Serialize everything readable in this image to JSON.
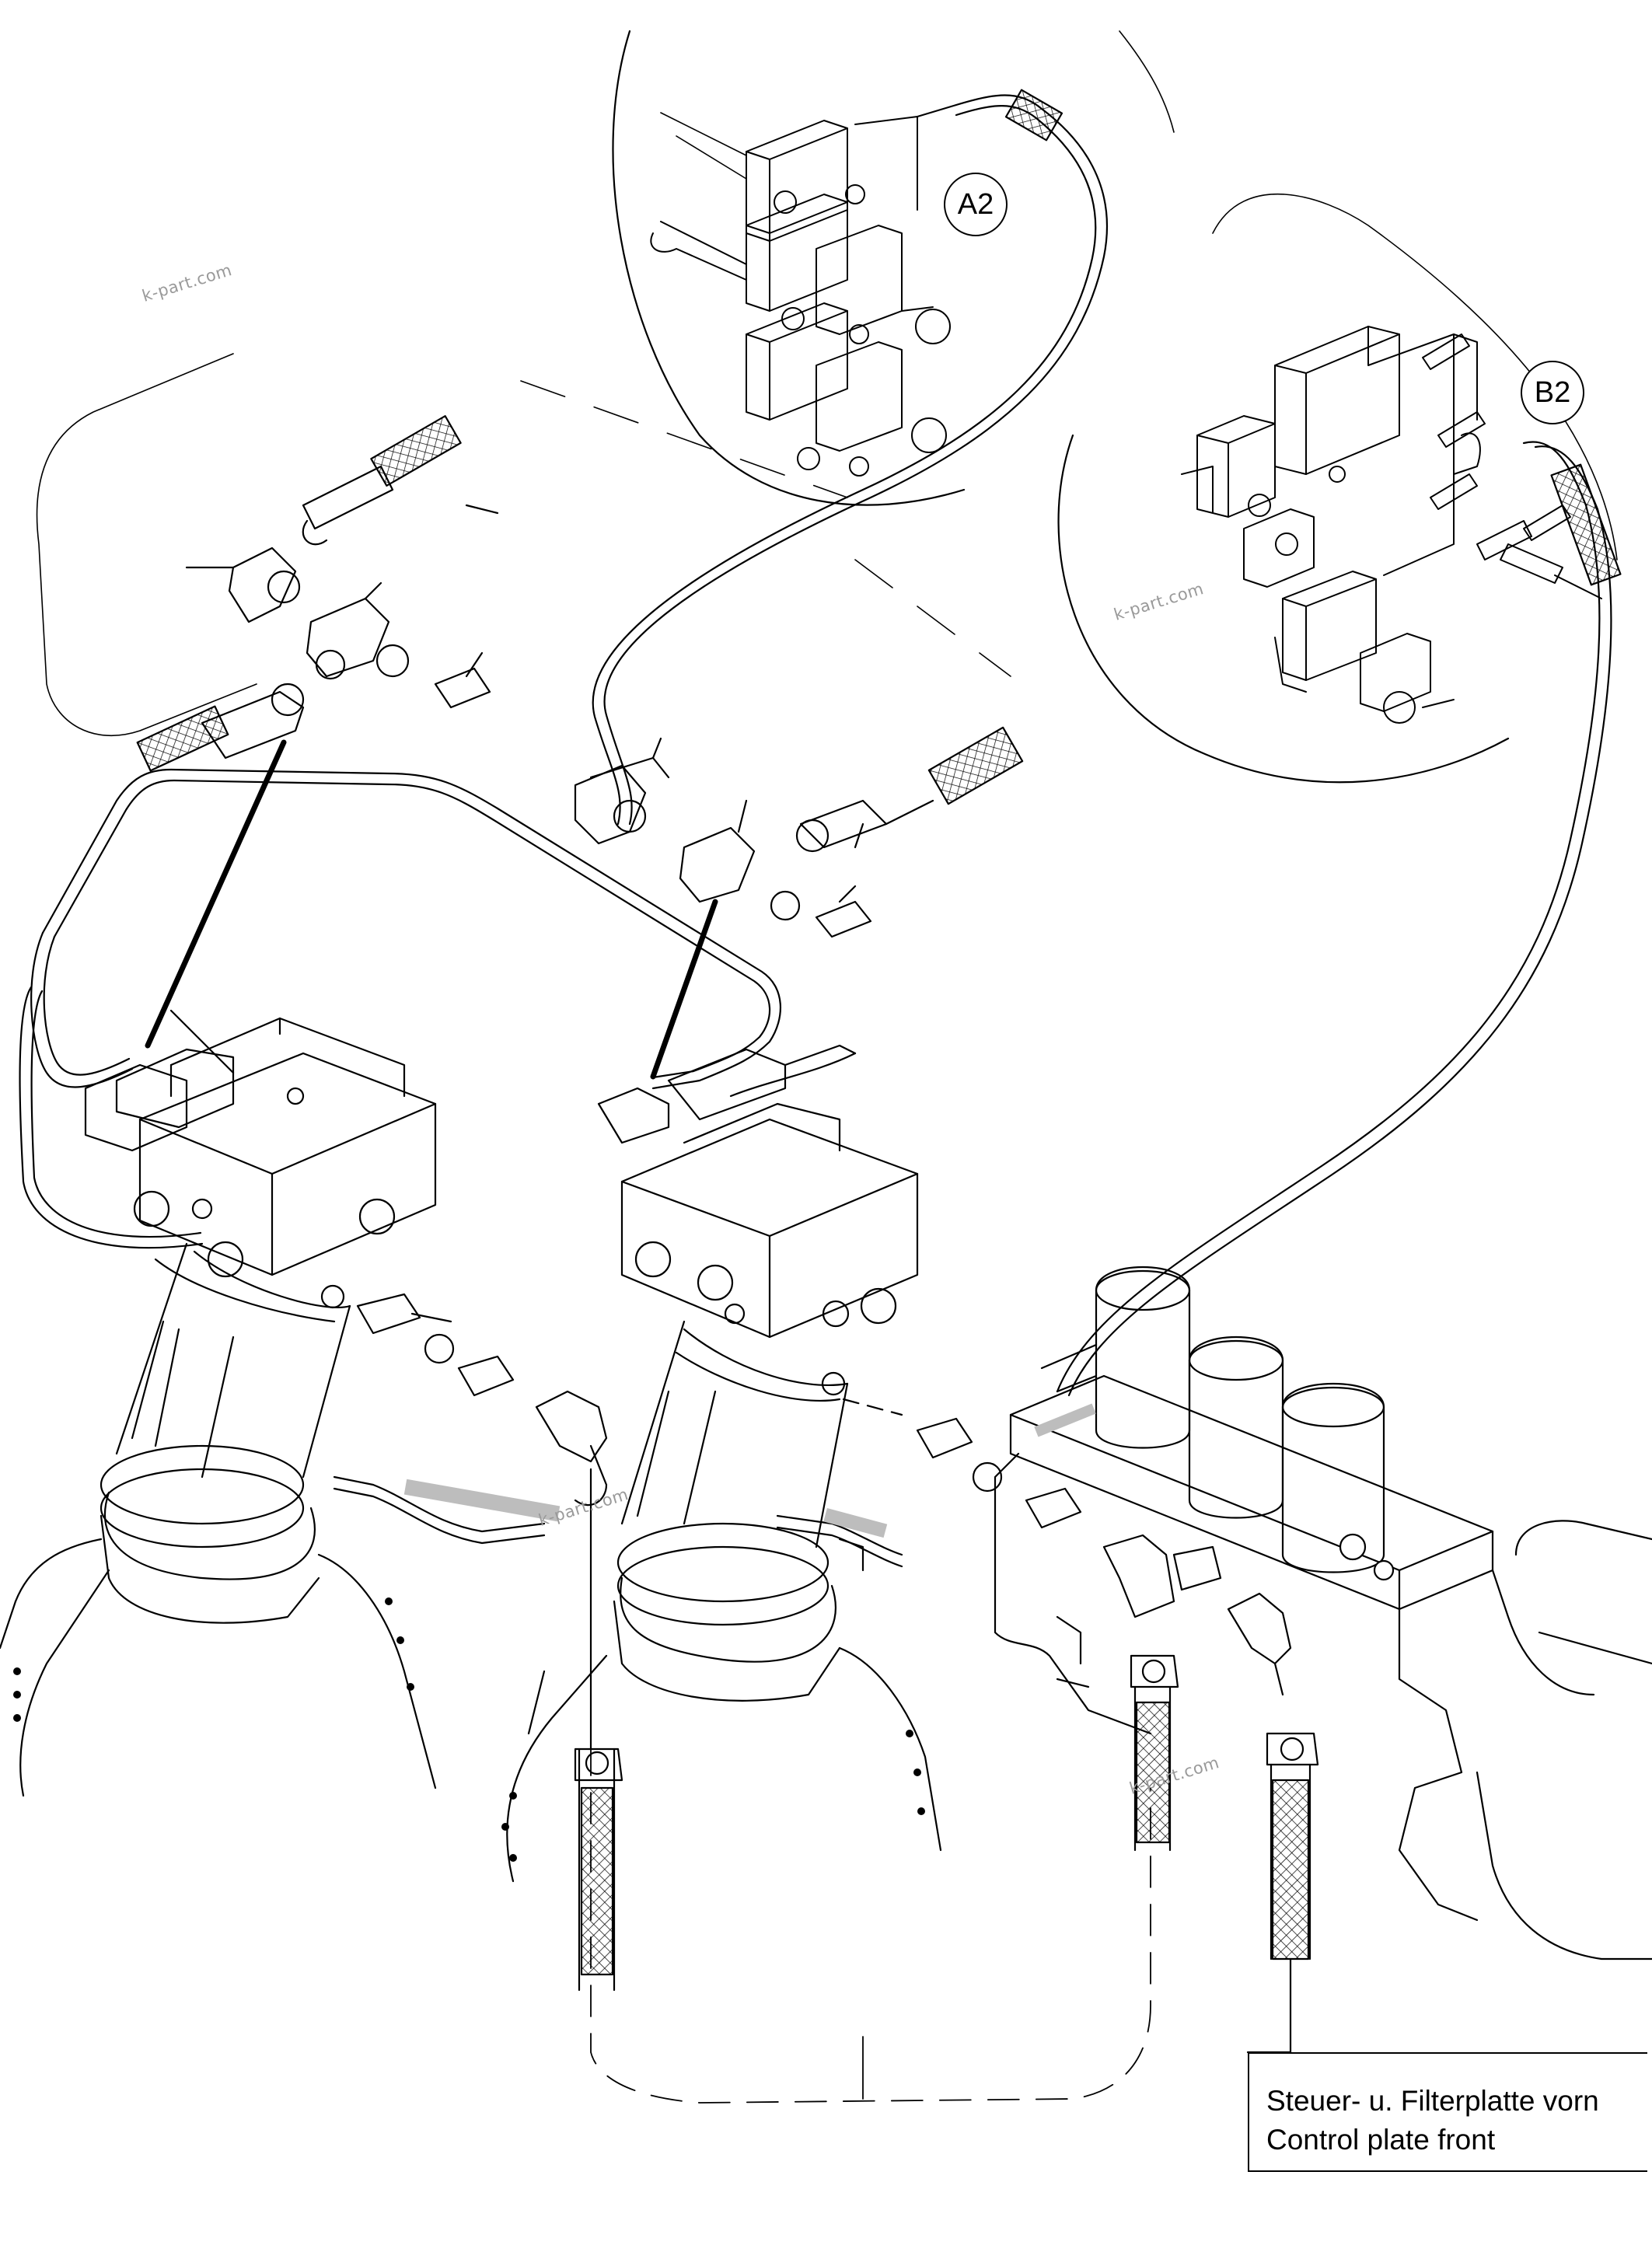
{
  "diagram": {
    "callouts": {
      "a2": "A2",
      "b2": "B2"
    },
    "watermarks": [
      "k-part.com",
      "k-part.com",
      "k-part.com",
      "k-part.com"
    ],
    "caption": {
      "line1": "Steuer- u. Filterplatte vorn",
      "line2": "Control plate front"
    }
  }
}
